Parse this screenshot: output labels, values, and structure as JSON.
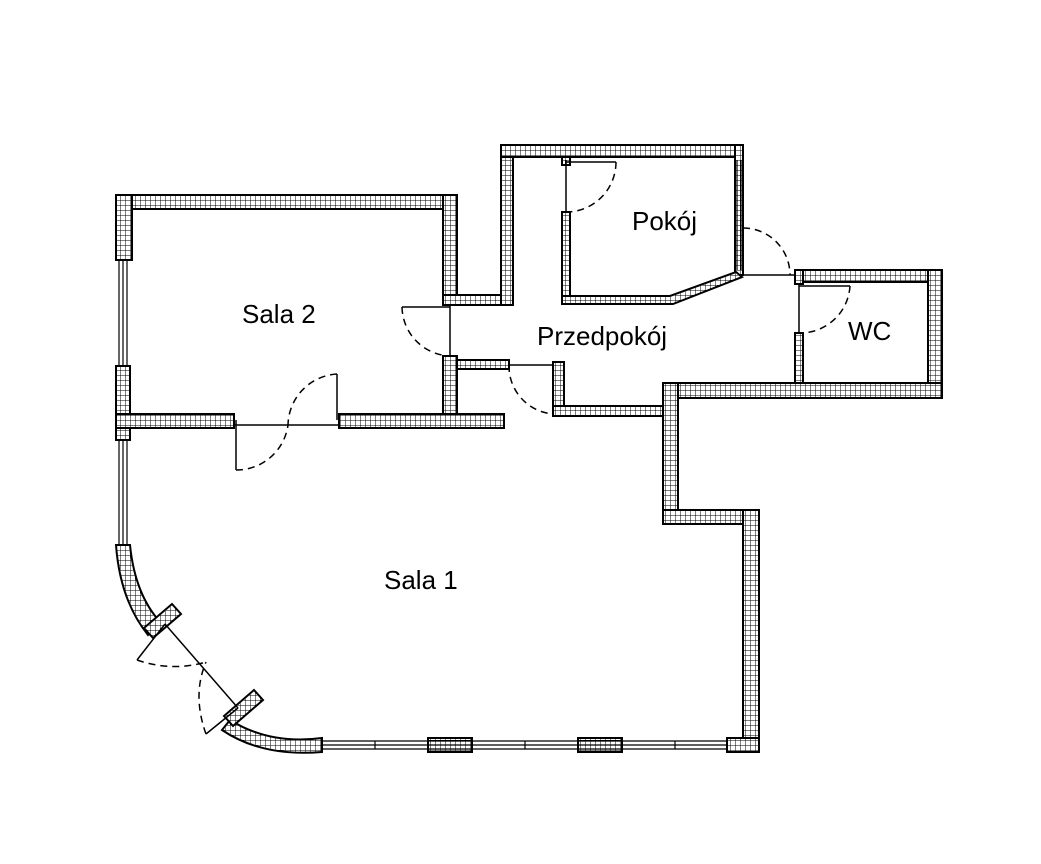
{
  "plan": {
    "rooms": [
      {
        "id": "sala-2",
        "label": "Sala 2"
      },
      {
        "id": "sala-1",
        "label": "Sala 1"
      },
      {
        "id": "pokoj",
        "label": "Pokój"
      },
      {
        "id": "przedpokoj",
        "label": "Przedpokój"
      },
      {
        "id": "wc",
        "label": "WC"
      }
    ],
    "colors": {
      "wall_stroke": "#000000",
      "wall_grid": "#000000",
      "background": "#ffffff"
    }
  }
}
